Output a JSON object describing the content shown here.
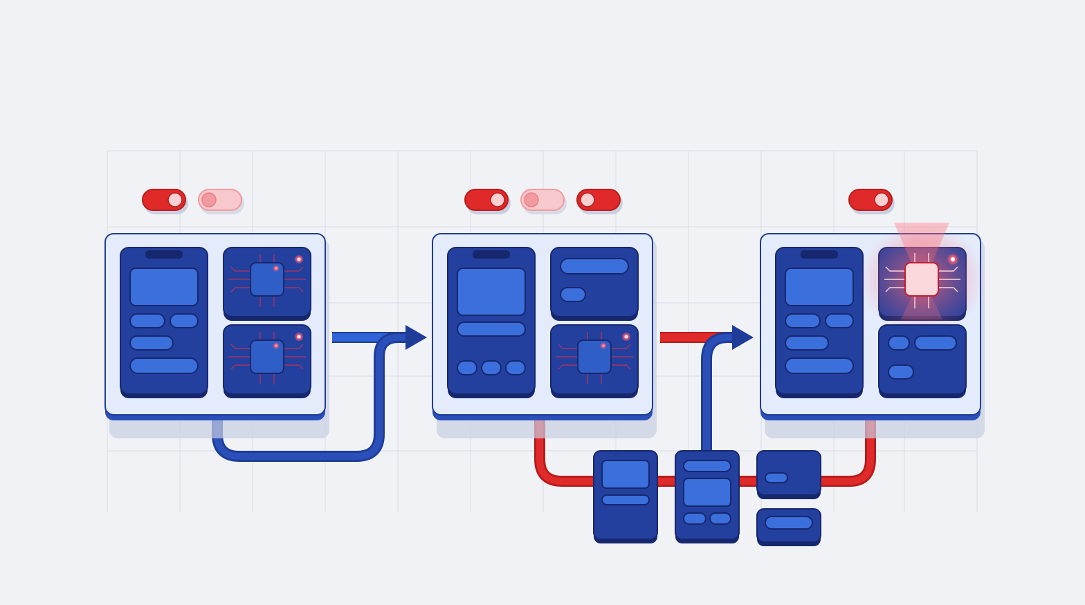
{
  "colors": {
    "background": "#f1f2f5",
    "grid": "#d7dcec",
    "panel_fill": "#e4ebfb",
    "panel_stroke": "#1f3c98",
    "panel_shadow": "#c8cfe3",
    "module_dark": "#23409e",
    "module_light": "#3a6fdc",
    "module_edge": "#17276e",
    "connector_blue": "#1f3c98",
    "connector_blue_light": "#2f63d6",
    "alert_red": "#e02a2a",
    "alert_pink": "#f7c9cc",
    "toggle_knob_on": "#fbd0d2",
    "toggle_knob_off": "#f39aa0"
  },
  "stages": [
    {
      "id": "stage-1",
      "toggles": [
        {
          "state": "on"
        },
        {
          "state": "off"
        }
      ],
      "modules": [
        {
          "kind": "device-panel"
        },
        {
          "kind": "chip",
          "status": "normal"
        },
        {
          "kind": "chip",
          "status": "normal"
        }
      ]
    },
    {
      "id": "stage-2",
      "toggles": [
        {
          "state": "on"
        },
        {
          "state": "off"
        },
        {
          "state": "off-dark"
        }
      ],
      "modules": [
        {
          "kind": "device-panel"
        },
        {
          "kind": "bar-panel"
        },
        {
          "kind": "chip",
          "status": "normal"
        }
      ]
    },
    {
      "id": "stage-3",
      "toggles": [
        {
          "state": "on"
        }
      ],
      "modules": [
        {
          "kind": "device-panel"
        },
        {
          "kind": "chip",
          "status": "alert"
        },
        {
          "kind": "pill-panel"
        }
      ]
    }
  ],
  "connectors": [
    {
      "from": "stage-1",
      "to": "stage-2",
      "color": "blue"
    },
    {
      "from": "stage-2",
      "to": "stage-3",
      "color": "red"
    }
  ],
  "bus_modules": [
    {
      "kind": "tall-card"
    },
    {
      "kind": "tall-card-split"
    },
    {
      "kind": "small-card"
    },
    {
      "kind": "small-card"
    }
  ]
}
